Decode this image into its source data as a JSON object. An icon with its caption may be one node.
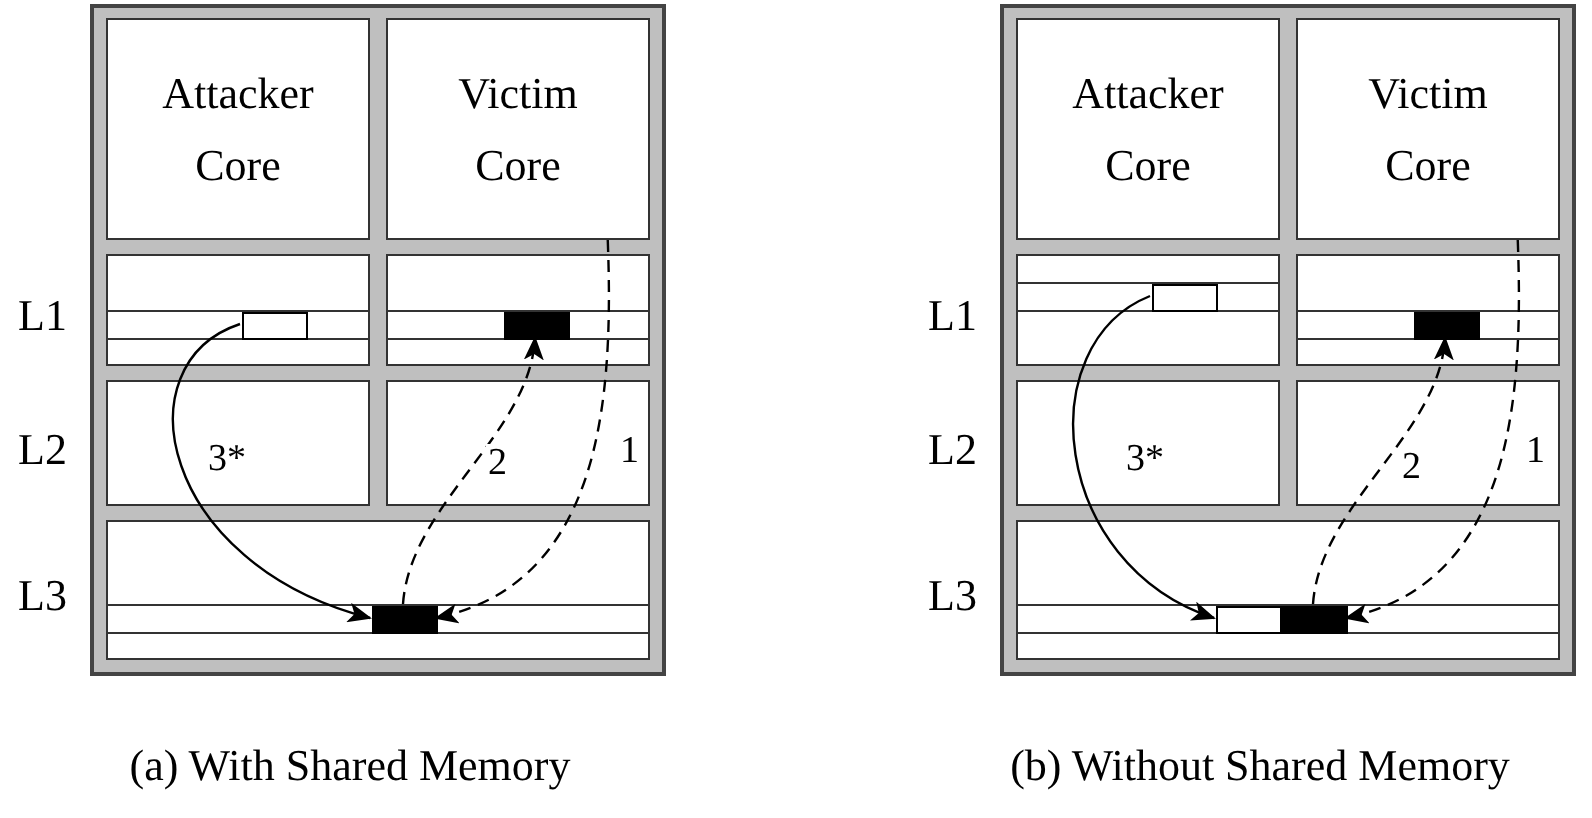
{
  "diagram": {
    "nodes": [
      {
        "text": [
          "Attacker Core"
        ]
      },
      {
        "text": [
          "Victim Core"
        ]
      },
      {
        "text": [],
        "shape": "box"
      },
      {
        "text": [],
        "shape": "box"
      },
      {
        "text": [],
        "shape": "box"
      },
      {
        "text": [],
        "shape": "bar",
        "in": 2
      },
      {
        "text": [],
        "shape": "bar",
        "in": 3
      },
      {
        "text": [],
        "shape": "bar",
        "in": 4
      },
      {
        "text": [
          "Attacker Core"
        ]
      },
      {
        "text": [
          "Victim Core"
        ]
      },
      {
        "text": [],
        "shape": "box"
      },
      {
        "text": [],
        "shape": "box"
      },
      {
        "text": [],
        "shape": "box"
      },
      {
        "text": [],
        "shape": "bar",
        "in": 10
      },
      {
        "text": [],
        "shape": "bar",
        "in": 11
      },
      {
        "text": [],
        "shape": "bar",
        "in": 12
      },
      {
        "text": [],
        "shape": "bar",
        "in": 12
      }
    ],
    "edges": [
      {
        "from": 5,
        "to": 7,
        "arrow": "to",
        "label": "3*"
      },
      {
        "from": 7,
        "to": 6,
        "arrow": "to",
        "label": "2",
        "style": "dashed"
      },
      {
        "from": 1,
        "to": 7,
        "arrow": "to",
        "label": "1",
        "style": "dashed"
      },
      {
        "from": 13,
        "to": 15,
        "arrow": "to",
        "label": "3*"
      },
      {
        "from": 16,
        "to": 14,
        "arrow": "to",
        "label": "2",
        "style": "dashed"
      },
      {
        "from": 9,
        "to": 16,
        "arrow": "to",
        "label": "1",
        "style": "dashed"
      }
    ],
    "labels": [
      "L1",
      "L2",
      "L3",
      "(a) With Shared Memory",
      "L1",
      "L2",
      "L3",
      "(b) Without Shared Memory"
    ]
  }
}
